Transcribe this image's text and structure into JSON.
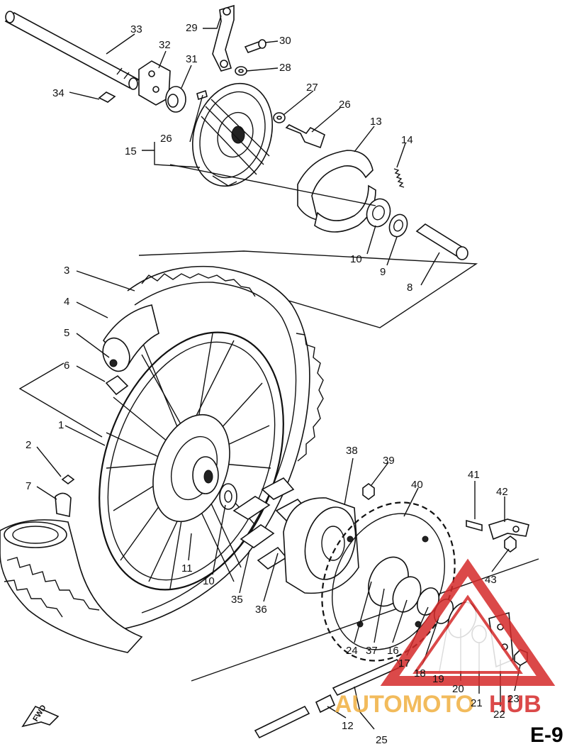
{
  "page_code": "E-9",
  "fwd_label": "FWD",
  "watermark": {
    "brand_a": "AUTOMOTO",
    "brand_b": "HUB",
    "color_a": "#f0b040",
    "color_b": "#d52a2a"
  },
  "callouts": [
    {
      "id": "c1",
      "text": "1"
    },
    {
      "id": "c2",
      "text": "2"
    },
    {
      "id": "c3",
      "text": "3"
    },
    {
      "id": "c4",
      "text": "4"
    },
    {
      "id": "c5",
      "text": "5"
    },
    {
      "id": "c6",
      "text": "6"
    },
    {
      "id": "c7",
      "text": "7"
    },
    {
      "id": "c8",
      "text": "8"
    },
    {
      "id": "c9",
      "text": "9"
    },
    {
      "id": "c10a",
      "text": "10"
    },
    {
      "id": "c10b",
      "text": "10"
    },
    {
      "id": "c11",
      "text": "11"
    },
    {
      "id": "c12",
      "text": "12"
    },
    {
      "id": "c13",
      "text": "13"
    },
    {
      "id": "c14",
      "text": "14"
    },
    {
      "id": "c15",
      "text": "15"
    },
    {
      "id": "c16",
      "text": "16"
    },
    {
      "id": "c17",
      "text": "17"
    },
    {
      "id": "c18",
      "text": "18"
    },
    {
      "id": "c19",
      "text": "19"
    },
    {
      "id": "c20",
      "text": "20"
    },
    {
      "id": "c21",
      "text": "21"
    },
    {
      "id": "c22",
      "text": "22"
    },
    {
      "id": "c23",
      "text": "23"
    },
    {
      "id": "c24",
      "text": "24"
    },
    {
      "id": "c25",
      "text": "25"
    },
    {
      "id": "c26a",
      "text": "26"
    },
    {
      "id": "c26b",
      "text": "26"
    },
    {
      "id": "c27",
      "text": "27"
    },
    {
      "id": "c28",
      "text": "28"
    },
    {
      "id": "c29",
      "text": "29"
    },
    {
      "id": "c30",
      "text": "30"
    },
    {
      "id": "c31",
      "text": "31"
    },
    {
      "id": "c32",
      "text": "32"
    },
    {
      "id": "c33",
      "text": "33"
    },
    {
      "id": "c34",
      "text": "34"
    },
    {
      "id": "c35",
      "text": "35"
    },
    {
      "id": "c36",
      "text": "36"
    },
    {
      "id": "c37",
      "text": "37"
    },
    {
      "id": "c38",
      "text": "38"
    },
    {
      "id": "c39",
      "text": "39"
    },
    {
      "id": "c40",
      "text": "40"
    },
    {
      "id": "c41",
      "text": "41"
    },
    {
      "id": "c42",
      "text": "42"
    },
    {
      "id": "c43",
      "text": "43"
    }
  ]
}
